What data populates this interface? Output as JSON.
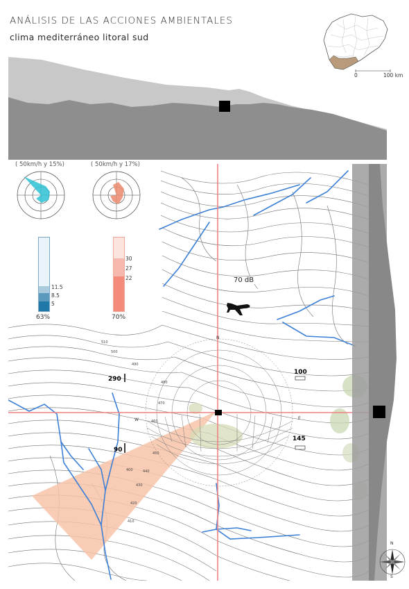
{
  "header": {
    "title": "ANÁLISIS DE LAS ACCIONES AMBIENTALES",
    "subtitle": "clima mediterráneo litoral sud"
  },
  "locator_map": {
    "scale_start": "0",
    "scale_end": "100 km"
  },
  "wind": {
    "rose_left": {
      "caption": "( 50km/h y 15%)",
      "color": "#2fc2d3"
    },
    "rose_right": {
      "caption": "( 50km/h y 17%)",
      "color": "#ec8a6e"
    }
  },
  "humidity_scale": {
    "values": [
      "11.5",
      "8.5",
      "5"
    ],
    "percent": "63%",
    "colors": [
      "#e9f3fa",
      "#a9c9dc",
      "#5b9abd",
      "#1f78a8"
    ]
  },
  "temperature_scale": {
    "values": [
      "30",
      "27",
      "22"
    ],
    "percent": "70%",
    "colors": [
      "#fbe3de",
      "#f7b9ad",
      "#f48a7a"
    ]
  },
  "noise": {
    "label": "70 dB",
    "icon": "airplane-icon"
  },
  "topo_labels": {
    "compass": {
      "n": "N",
      "e": "E",
      "w": "W"
    },
    "elevations": [
      "510",
      "500",
      "490",
      "480",
      "470",
      "460",
      "450",
      "440",
      "430",
      "420",
      "410",
      "400"
    ],
    "benchmarks": [
      "290",
      "90",
      "100",
      "145"
    ]
  },
  "north_arrow": {
    "n": "N",
    "s": "S"
  },
  "colors": {
    "terrain_dark": "#8e8e8e",
    "terrain_light": "#c8c8c8",
    "axis": "#f08080",
    "river": "#3b7fd6",
    "sun_sector": "#f7c3a8",
    "contour": "#6e6e6e"
  }
}
